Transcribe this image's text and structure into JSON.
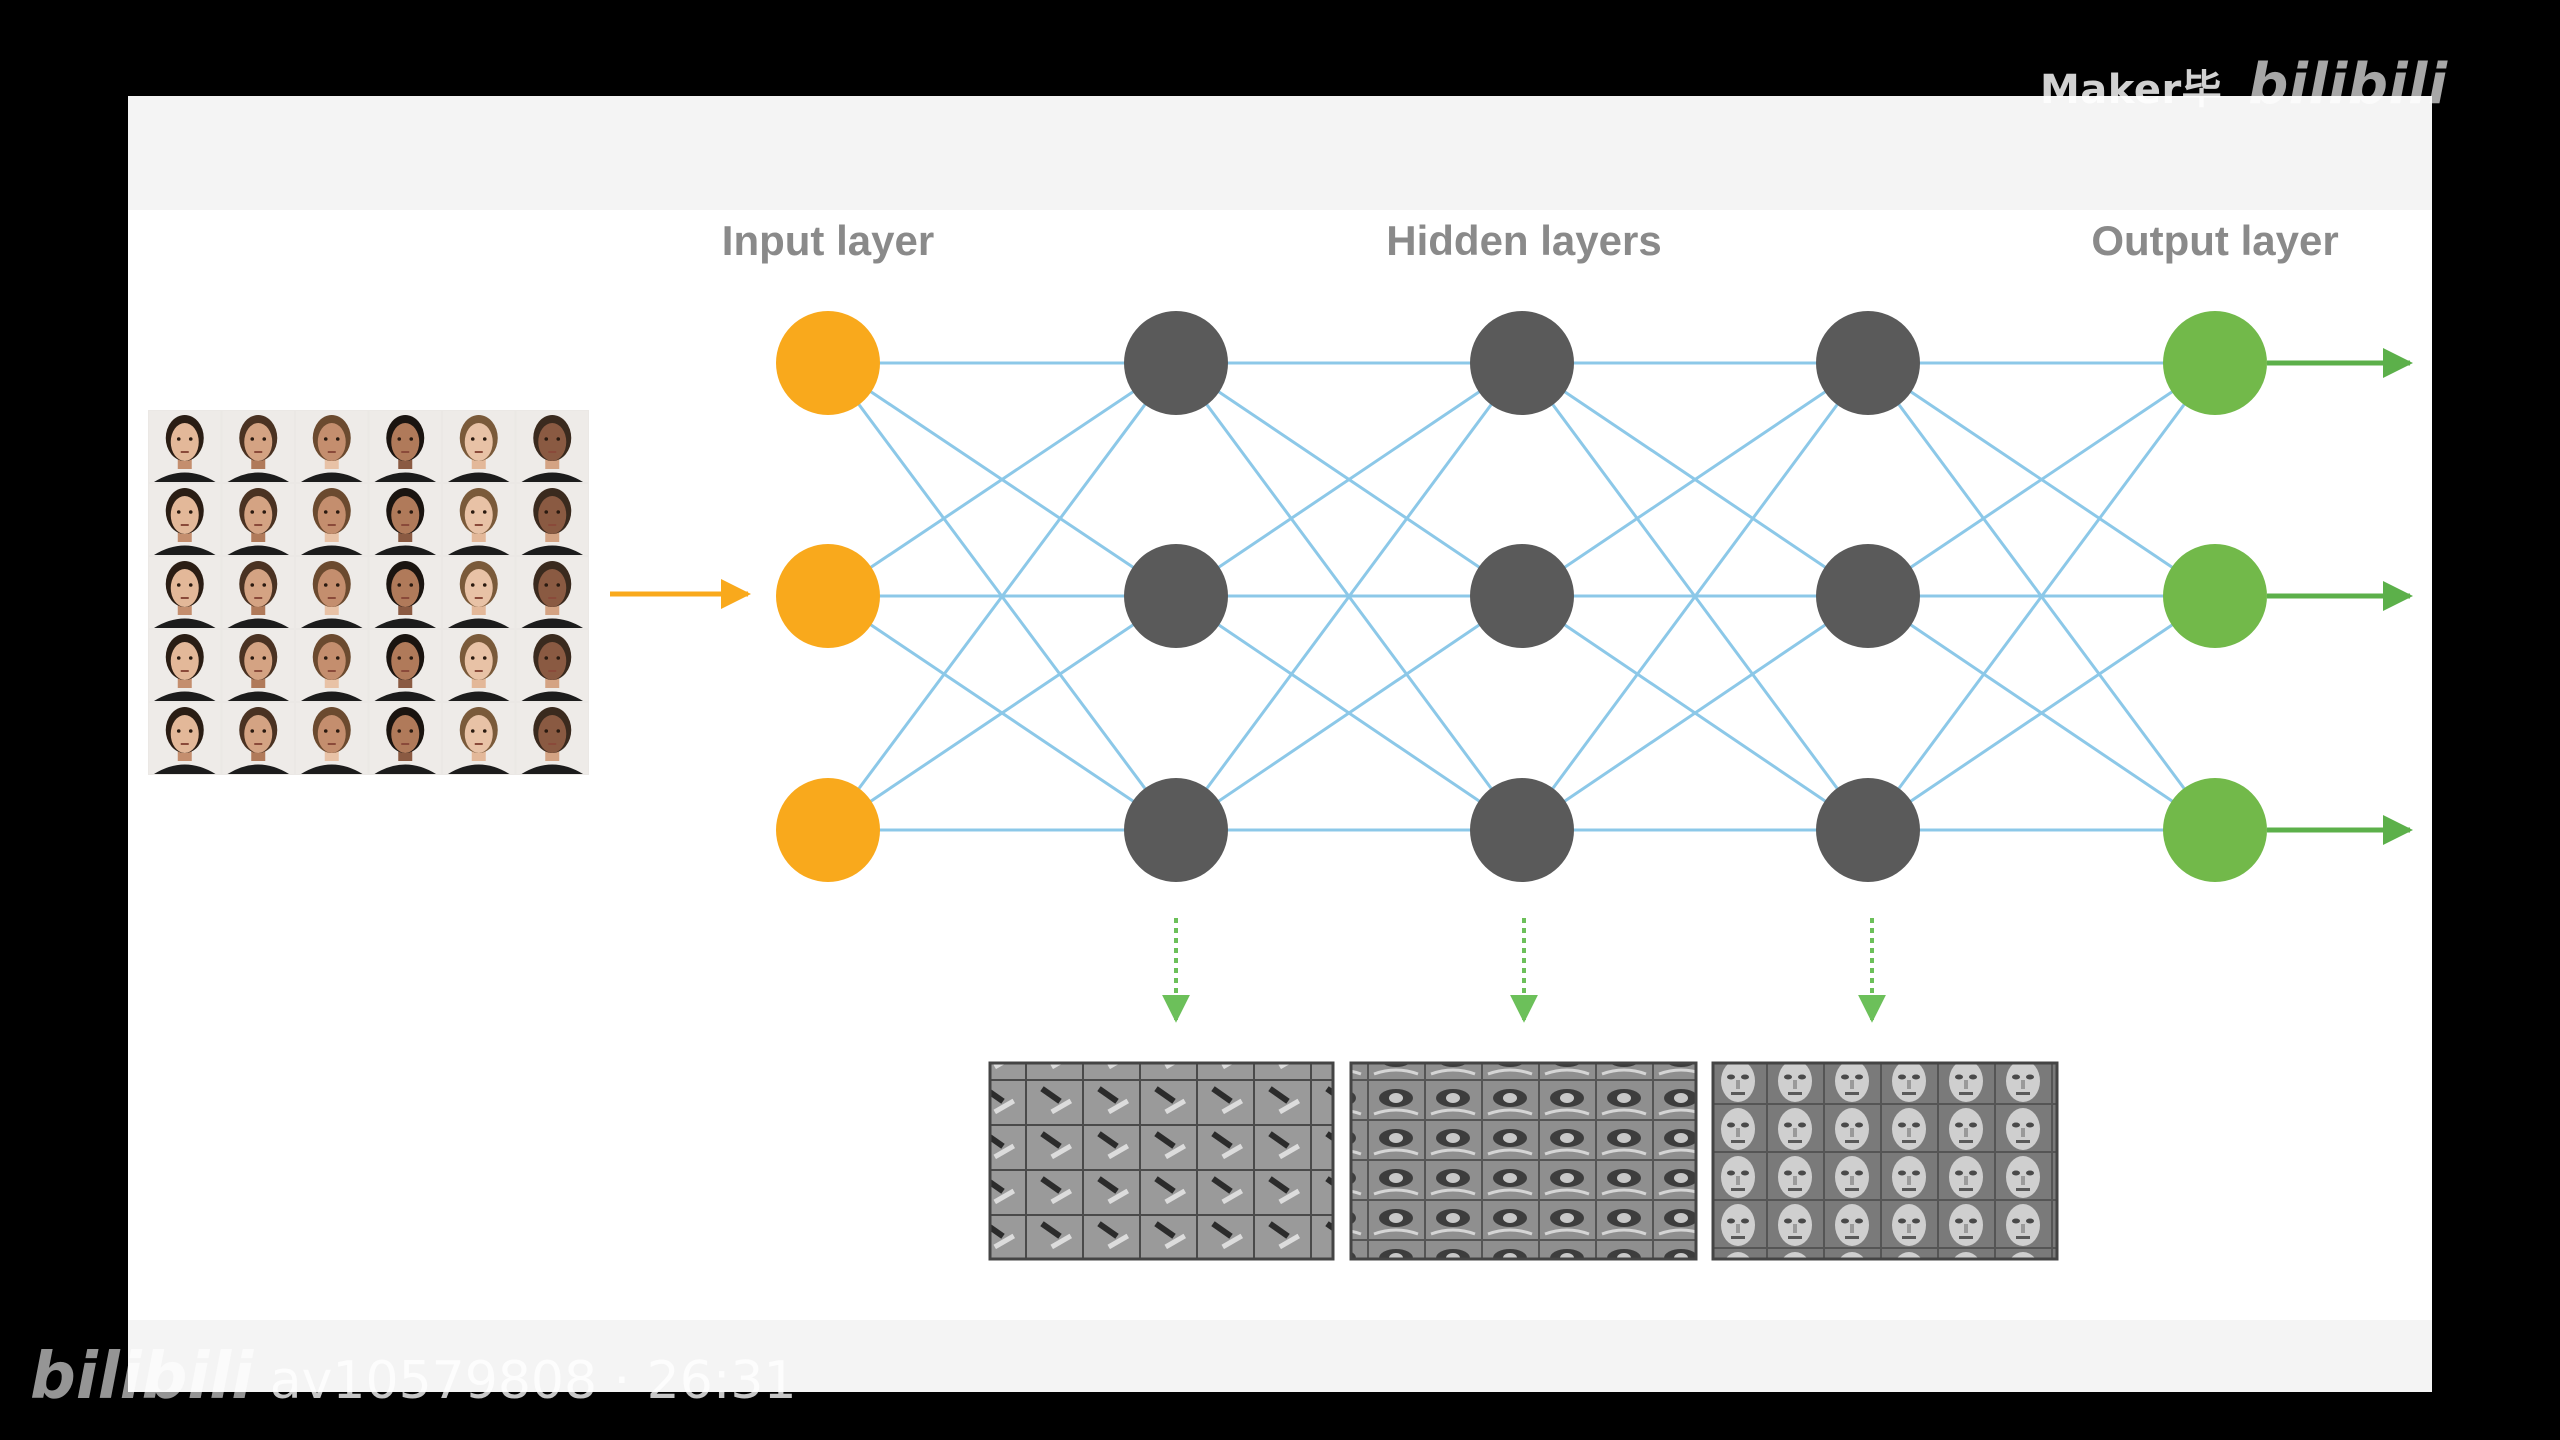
{
  "layers": {
    "input": {
      "label": "Input layer",
      "color": "#F9A91C",
      "nodes": 3
    },
    "hidden": {
      "label": "Hidden layers",
      "color": "#5A5A5A",
      "count": 3,
      "nodes_per_layer": 3
    },
    "output": {
      "label": "Output layer",
      "color": "#72B94A",
      "nodes": 3
    }
  },
  "connection_color": "#8CC8E8",
  "input_arrow_color": "#F9A91C",
  "output_arrow_color": "#5CB04A",
  "feature_arrow_color": "#6CC05A",
  "feature_maps": [
    {
      "description": "edges"
    },
    {
      "description": "facial parts"
    },
    {
      "description": "faces"
    }
  ],
  "watermark": {
    "top_text": "Maker毕",
    "brand": "bilibili",
    "bottom_text": "av10579808 · 26:31"
  },
  "colors": {
    "background": "#000000",
    "slide": "#FFFFFF",
    "slide_band": "#F4F4F4",
    "label_gray": "#8A8A8A"
  }
}
